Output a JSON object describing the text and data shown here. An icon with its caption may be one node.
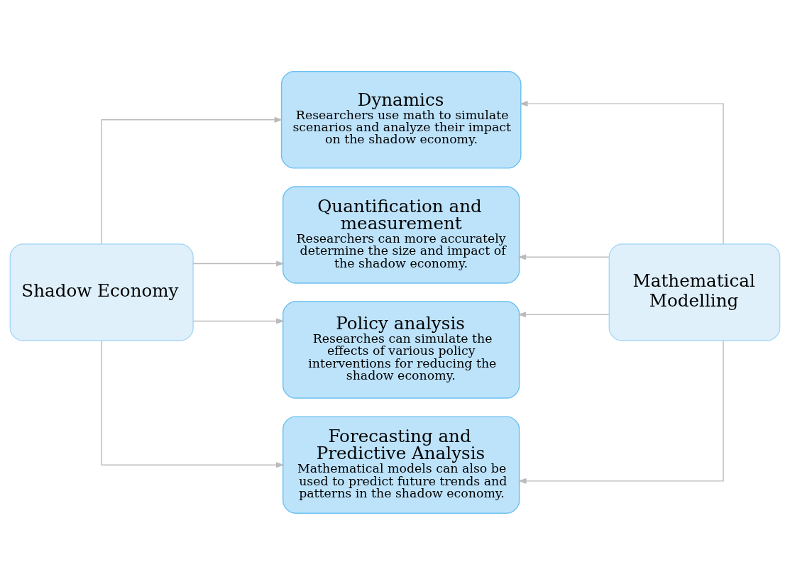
{
  "diagram": {
    "nodes": [
      {
        "text": [
          "Shadow Economy"
        ]
      },
      {
        "text": [
          "Dynamics",
          "Researchers use math to simulate scenarios and analyze their impact on the shadow economy."
        ]
      },
      {
        "text": [
          "Quantification and measurement",
          "Researchers can more accurately determine the size and impact of the shadow economy."
        ]
      },
      {
        "text": [
          "Policy analysis",
          "Researches can simulate the effects of various policy interventions for reducing the shadow economy."
        ]
      },
      {
        "text": [
          "Forecasting and Predictive Analysis",
          "Mathematical models can also be used to predict future trends and patterns in the shadow economy."
        ]
      },
      {
        "text": [
          "Mathematical Modelling"
        ]
      }
    ],
    "edges": [
      {
        "from": 0,
        "to": 1,
        "arrow": "to"
      },
      {
        "from": 0,
        "to": 2,
        "arrow": "to"
      },
      {
        "from": 0,
        "to": 3,
        "arrow": "to"
      },
      {
        "from": 0,
        "to": 4,
        "arrow": "to"
      },
      {
        "from": 5,
        "to": 1,
        "arrow": "to"
      },
      {
        "from": 5,
        "to": 2,
        "arrow": "to"
      },
      {
        "from": 5,
        "to": 3,
        "arrow": "to"
      },
      {
        "from": 5,
        "to": 4,
        "arrow": "to"
      }
    ]
  }
}
